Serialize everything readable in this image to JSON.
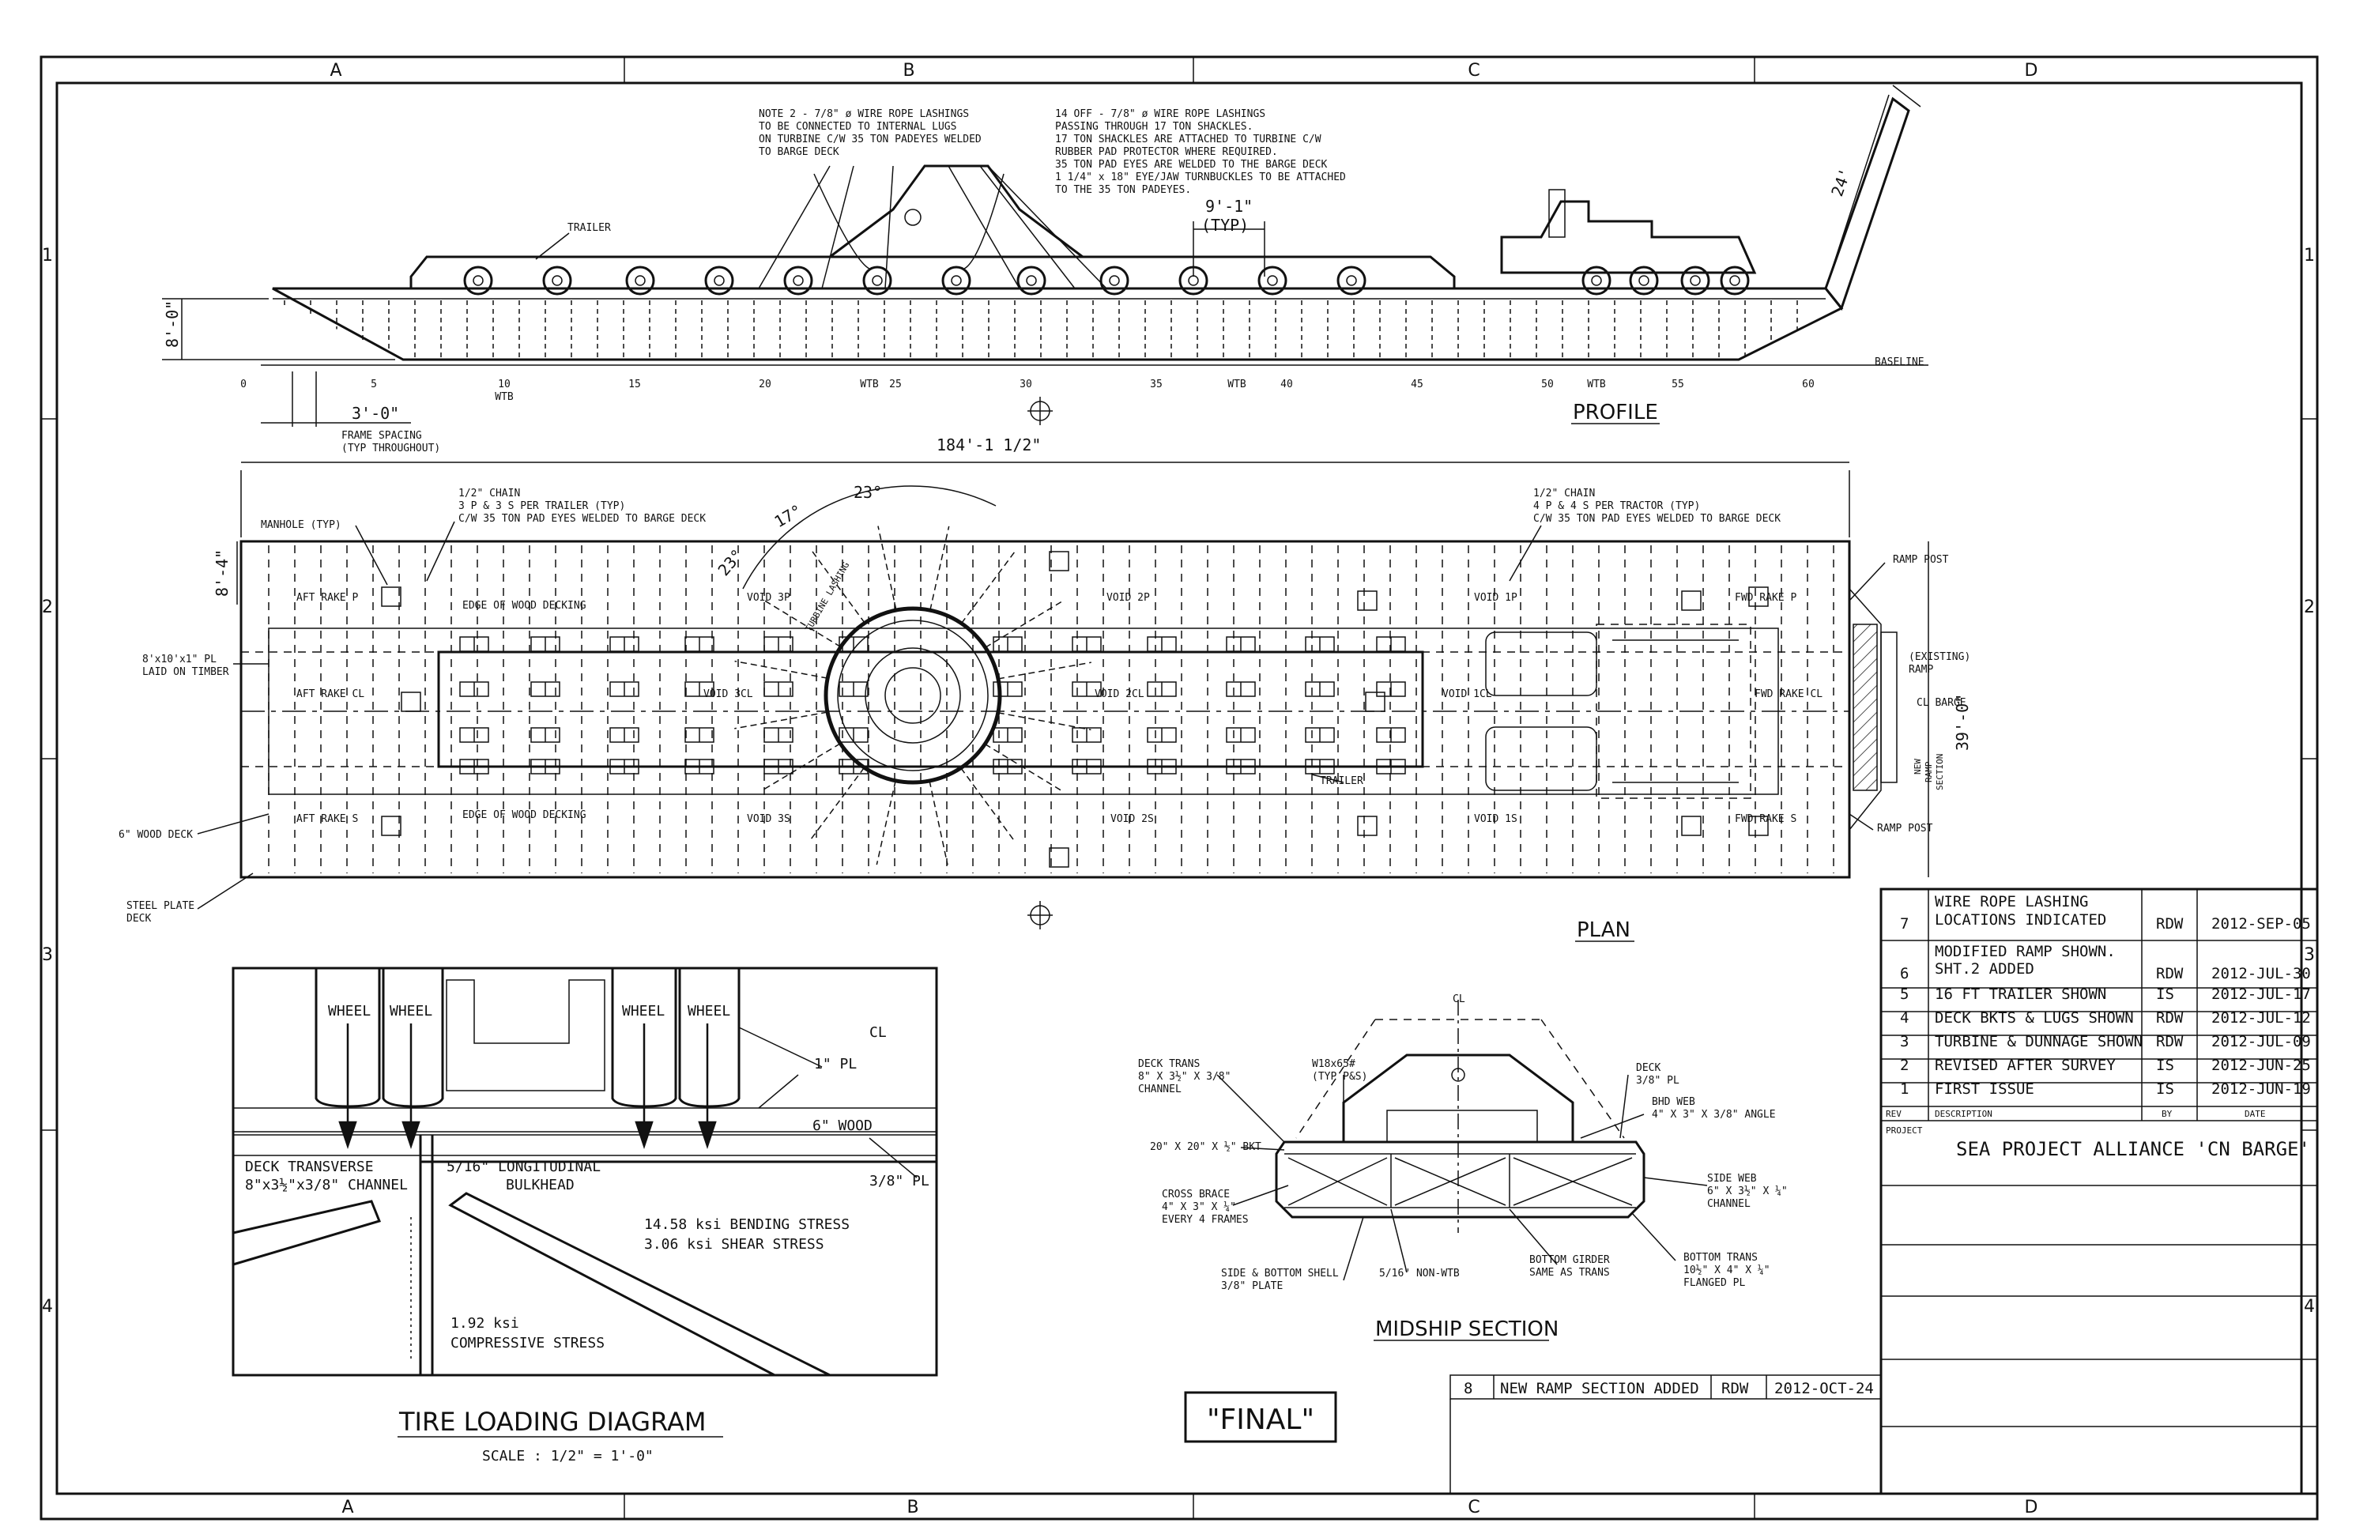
{
  "border": {
    "cols": [
      "A",
      "B",
      "C",
      "D"
    ],
    "rows": [
      "1",
      "2",
      "3",
      "4"
    ]
  },
  "profile": {
    "title": "PROFILE",
    "note_left": [
      "NOTE  2 - 7/8\" ø WIRE ROPE LASHINGS",
      "TO BE CONNECTED TO INTERNAL LUGS",
      "ON TURBINE C/W 35 TON PADEYES WELDED",
      "TO BARGE DECK"
    ],
    "note_right": [
      "14 OFF - 7/8\" ø WIRE ROPE LASHINGS",
      "PASSING THROUGH 17 TON SHACKLES.",
      "17 TON SHACKLES ARE ATTACHED TO TURBINE C/W",
      "RUBBER PAD PROTECTOR WHERE REQUIRED.",
      "35 TON PAD EYES ARE WELDED TO THE BARGE DECK",
      "1 1/4\" x 18\" EYE/JAW TURNBUCKLES TO BE ATTACHED",
      "TO THE 35 TON PADEYES."
    ],
    "trailer_label": "TRAILER",
    "spacing_label": "9'-1\"",
    "spacing_typ": "(TYP)",
    "height_dim": "8'-0\"",
    "ramp_dim": "24'",
    "baseline": "BASELINE",
    "frame_numbers": [
      "0",
      "5",
      "10",
      "15",
      "20",
      "25",
      "30",
      "35",
      "40",
      "45",
      "50",
      "55",
      "60"
    ],
    "wtb_labels": [
      "WTB",
      "WTB",
      "WTB",
      "WTB"
    ],
    "frame_dim": "3'-0\"",
    "frame_note": [
      "FRAME SPACING",
      "(TYP THROUGHOUT)"
    ]
  },
  "plan": {
    "title": "PLAN",
    "overall_dim": "184'-1 1/2\"",
    "width_dim": "39'-0\"",
    "side_dim": "8'-4\"",
    "angle_a": "23°",
    "angle_b": "17°",
    "angle_c": "23°",
    "chain_left": [
      "1/2\" CHAIN",
      "3 P & 3 S PER TRAILER (TYP)",
      "C/W 35 TON PAD EYES WELDED TO BARGE DECK"
    ],
    "chain_right": [
      "1/2\" CHAIN",
      "4 P & 4 S PER TRACTOR (TYP)",
      "C/W 35 TON PAD EYES WELDED TO BARGE DECK"
    ],
    "manhole": "MANHOLE (TYP)",
    "pl_note": [
      "8'x10'x1\" PL",
      "LAID ON TIMBER"
    ],
    "wood_deck": "6\" WOOD DECK",
    "steel_deck": [
      "STEEL PLATE",
      "DECK"
    ],
    "edge_top": "EDGE OF WOOD DECKING",
    "edge_bot": "EDGE OF WOOD DECKING",
    "compartments": [
      "AFT RAKE P",
      "AFT RAKE CL",
      "AFT RAKE S",
      "VOID 3P",
      "VOID 3CL",
      "VOID 3S",
      "VOID 2P",
      "VOID 2CL",
      "VOID 2S",
      "VOID 1P",
      "VOID 1CL",
      "VOID 1S",
      "FWD RAKE P",
      "FWD RAKE CL",
      "FWD RAKE S"
    ],
    "ramp_post_top": "RAMP POST",
    "ramp_post_bot": "RAMP POST",
    "existing_ramp": [
      "(EXISTING)",
      "RAMP"
    ],
    "cl_barge": "CL BARGE",
    "new_ramp": [
      "NEW",
      "RAMP",
      "SECTION"
    ],
    "trailer": "TRAILER",
    "lashing": "TURBINE LASHING"
  },
  "tire": {
    "title": "TIRE LOADING DIAGRAM",
    "scale": "SCALE : 1/2\" = 1'-0\"",
    "wheels": [
      "WHEEL",
      "WHEEL",
      "WHEEL",
      "WHEEL"
    ],
    "cl": "CL",
    "pl1": "1\" PL",
    "wood": "6\" WOOD",
    "pl38": "3/8\" PL",
    "deck_trans": [
      "DECK TRANSVERSE",
      "8\"x3½\"x3/8\" CHANNEL"
    ],
    "bulkhead": [
      "5/16\" LONGITUDINAL",
      "BULKHEAD"
    ],
    "stress": [
      "14.58 ksi BENDING STRESS",
      "3.06 ksi SHEAR STRESS"
    ],
    "comp": [
      "1.92 ksi",
      "COMPRESSIVE STRESS"
    ]
  },
  "midship": {
    "title": "MIDSHIP SECTION",
    "cl": "CL",
    "left_labels": [
      [
        "DECK TRANS",
        "8\" X 3½\" X 3/8\"",
        "CHANNEL"
      ],
      [
        "W18x65#",
        "(TYP P&S)"
      ],
      [
        "20\" X 20\" X ½\" BKT"
      ],
      [
        "CROSS BRACE",
        "4\" X 3\" X ¼\"",
        "EVERY 4 FRAMES"
      ],
      [
        "SIDE & BOTTOM SHELL",
        "3/8\" PLATE"
      ],
      [
        "5/16\" NON-WTB"
      ],
      [
        "BOTTOM GIRDER",
        "SAME AS TRANS"
      ]
    ],
    "right_labels": [
      [
        "DECK",
        "3/8\" PL"
      ],
      [
        "BHD WEB",
        "4\" X 3\" X 3/8\" ANGLE"
      ],
      [
        "SIDE WEB",
        "6\" X 3½\" X ¼\"",
        "CHANNEL"
      ],
      [
        "BOTTOM TRANS",
        "10½\" X 4\" X ¼\"",
        "FLANGED PL"
      ]
    ]
  },
  "final_stamp": "\"FINAL\"",
  "revisions": {
    "rows": [
      {
        "rev": "7",
        "desc": [
          "WIRE ROPE LASHING",
          "LOCATIONS INDICATED"
        ],
        "by": "RDW",
        "date": "2012-SEP-05"
      },
      {
        "rev": "6",
        "desc": [
          "MODIFIED RAMP SHOWN.",
          "SHT.2 ADDED"
        ],
        "by": "RDW",
        "date": "2012-JUL-30"
      },
      {
        "rev": "5",
        "desc": [
          "16 FT TRAILER SHOWN"
        ],
        "by": "IS",
        "date": "2012-JUL-17"
      },
      {
        "rev": "4",
        "desc": [
          "DECK BKTS & LUGS SHOWN"
        ],
        "by": "RDW",
        "date": "2012-JUL-12"
      },
      {
        "rev": "3",
        "desc": [
          "TURBINE & DUNNAGE SHOWN"
        ],
        "by": "RDW",
        "date": "2012-JUL-09"
      },
      {
        "rev": "2",
        "desc": [
          "REVISED AFTER SURVEY"
        ],
        "by": "IS",
        "date": "2012-JUN-25"
      },
      {
        "rev": "1",
        "desc": [
          "FIRST ISSUE"
        ],
        "by": "IS",
        "date": "2012-JUN-19"
      }
    ],
    "hdr_rev": "REV",
    "hdr_desc": "DESCRIPTION",
    "hdr_by": "BY",
    "hdr_date": "DATE",
    "project_label": "PROJECT",
    "project_name": "SEA PROJECT ALLIANCE 'CN BARGE'",
    "rev8": {
      "rev": "8",
      "desc": "NEW RAMP SECTION ADDED",
      "by": "RDW",
      "date": "2012-OCT-24"
    }
  }
}
